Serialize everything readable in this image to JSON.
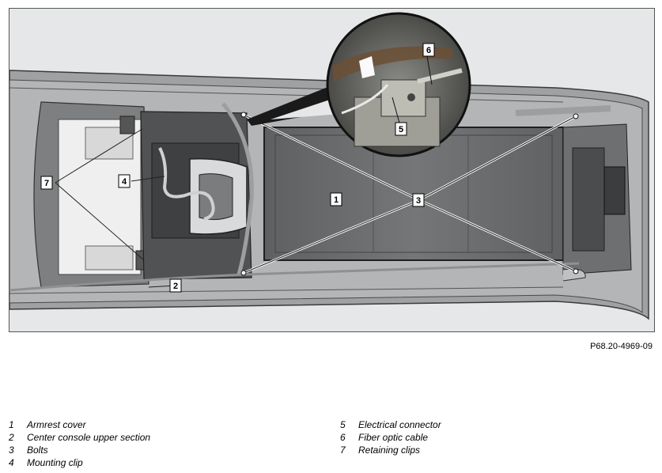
{
  "figure": {
    "code": "P68.20-4969-09",
    "callouts": [
      "1",
      "2",
      "3",
      "4",
      "5",
      "6",
      "7"
    ]
  },
  "legend": {
    "left": [
      {
        "num": "1",
        "label": "Armrest cover"
      },
      {
        "num": "2",
        "label": "Center console upper section"
      },
      {
        "num": "3",
        "label": "Bolts"
      },
      {
        "num": "4",
        "label": "Mounting clip"
      }
    ],
    "right": [
      {
        "num": "5",
        "label": "Electrical connector"
      },
      {
        "num": "6",
        "label": "Fiber optic cable"
      },
      {
        "num": "7",
        "label": "Retaining clips"
      }
    ]
  }
}
